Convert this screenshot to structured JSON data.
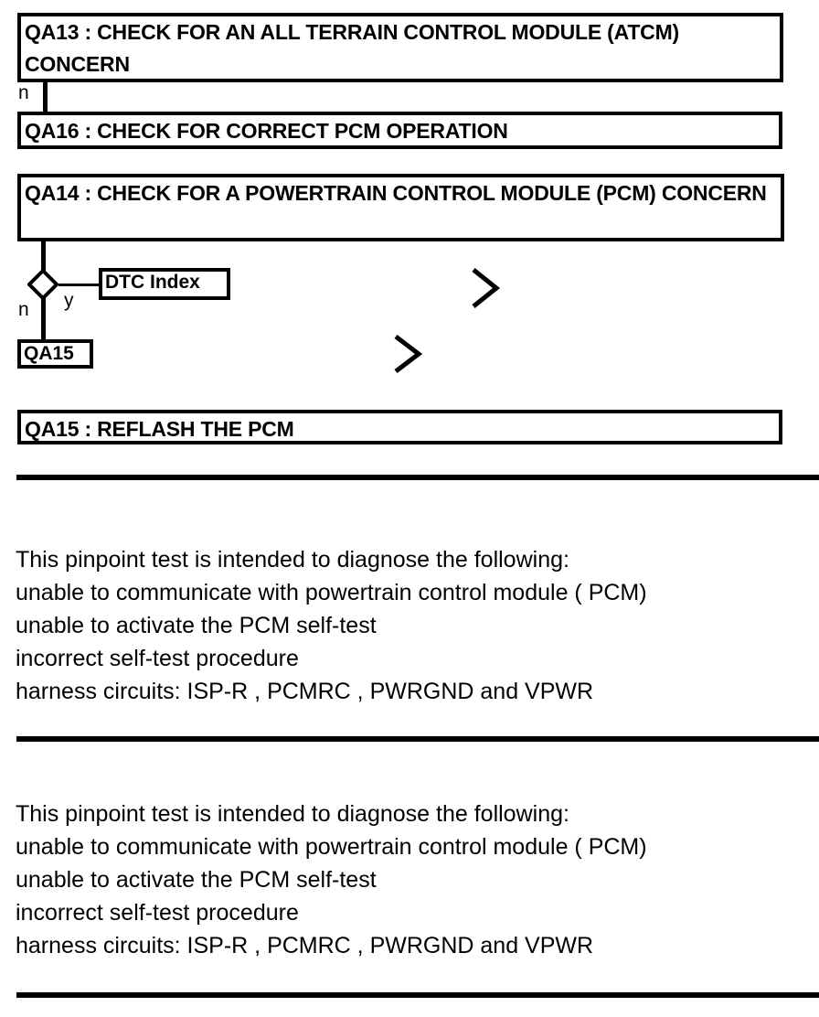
{
  "document": {
    "type": "diagnostic-pinpoint-test-flowchart",
    "background_color": "#ffffff",
    "ink_color": "#000000"
  },
  "flowchart": {
    "steps": [
      {
        "id": "QA13",
        "name": "step-qa13",
        "label": "QA13 : CHECK FOR AN ALL TERRAIN CONTROL MODULE (ATCM) CONCERN"
      },
      {
        "id": "QA16",
        "name": "step-qa16",
        "label": "QA16 : CHECK FOR CORRECT PCM OPERATION"
      },
      {
        "id": "QA14",
        "name": "step-qa14",
        "label": "QA14 : CHECK FOR A POWERTRAIN CONTROL MODULE (PCM) CONCERN"
      },
      {
        "id": "QA15",
        "name": "step-qa15-result",
        "label": "QA15 : REFLASH THE PCM"
      }
    ],
    "nodes": [
      {
        "id": "DTC_INDEX",
        "name": "node-dtc-index",
        "label": "DTC Index"
      },
      {
        "id": "QA15_REF",
        "name": "node-qa15-ref",
        "label": "QA15"
      }
    ],
    "decision": {
      "shape": "diamond",
      "branches": [
        {
          "label": "n",
          "direction": "down",
          "target": "QA15"
        },
        {
          "label": "y",
          "direction": "right",
          "target": "DTC Index"
        }
      ]
    },
    "connector_labels": {
      "qa13_to_qa16": "n",
      "decision_no": "n",
      "decision_yes": "y"
    },
    "marks": [
      {
        "name": "chevron-upper",
        "glyph": ">"
      },
      {
        "name": "chevron-lower",
        "glyph": ">"
      }
    ]
  },
  "notes": [
    {
      "name": "pinpoint-test-note-1",
      "lines": [
        "This pinpoint test is intended to diagnose the following:",
        "unable to communicate with powertrain control module ( PCM)",
        "unable to activate the PCM self-test",
        "incorrect self-test procedure",
        "harness circuits: ISP-R , PCMRC , PWRGND and VPWR"
      ]
    },
    {
      "name": "pinpoint-test-note-2",
      "lines": [
        "This pinpoint test is intended to diagnose the following:",
        "unable to communicate with powertrain control module ( PCM)",
        "unable to activate the PCM self-test",
        "incorrect self-test procedure",
        "harness circuits: ISP-R , PCMRC , PWRGND and VPWR"
      ]
    }
  ]
}
